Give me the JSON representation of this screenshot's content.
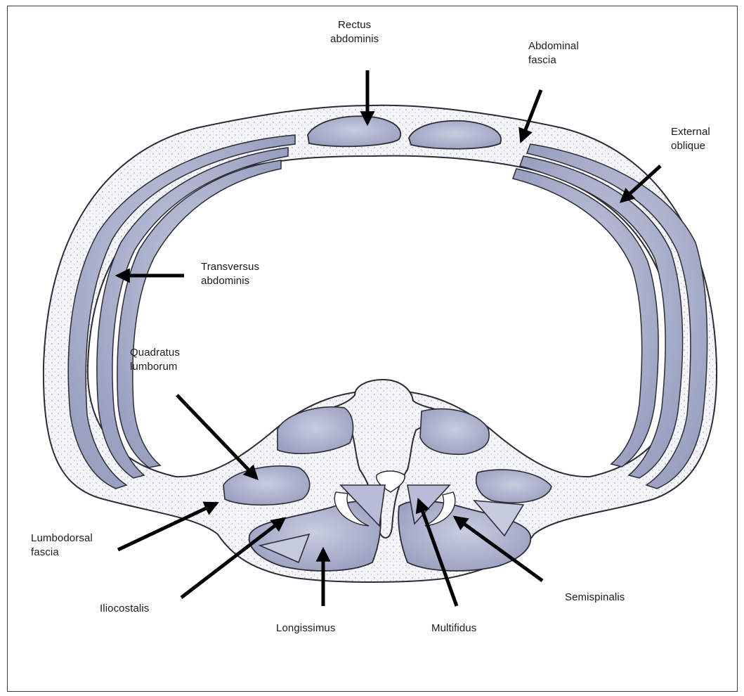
{
  "colors": {
    "muscle_fill": "#aab0cc",
    "muscle_light": "#c9cde0",
    "fascia_fill": "#f4f5f9",
    "outline": "#2c2c34",
    "arrow": "#000000"
  },
  "labels": {
    "rectus_abdominis": [
      "Rectus",
      "abdominis"
    ],
    "abdominal_fascia": [
      "Abdominal",
      "fascia"
    ],
    "external_oblique": [
      "External",
      "oblique"
    ],
    "transversus_abdominis": [
      "Transversus",
      "abdominis"
    ],
    "quadratus_lumborum": [
      "Quadratus",
      "lumborum"
    ],
    "lumbodorsal_fascia": [
      "Lumbodorsal",
      "fascia"
    ],
    "iliocostalis": [
      "Iliocostalis"
    ],
    "longissimus": [
      "Longissimus"
    ],
    "multifidus": [
      "Multifidus"
    ],
    "semispinalis": [
      "Semispinalis"
    ]
  }
}
